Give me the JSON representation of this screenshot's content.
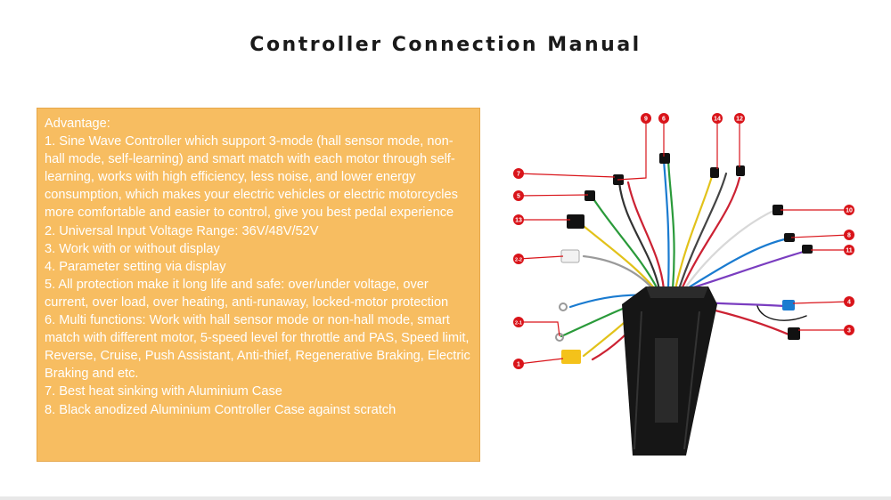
{
  "title": "Controller Connection Manual",
  "advantages": {
    "heading": "Advantage:",
    "items": [
      "1. Sine Wave Controller which support 3-mode (hall sensor mode, non-hall mode, self-learning) and smart match with each motor through self-learning, works with high efficiency, less noise, and lower energy consumption, which makes your electric vehicles or electric motorcycles more comfortable and easier to control, give you best pedal experience",
      "2. Universal Input Voltage Range: 36V/48V/52V",
      "3. Work with or without display",
      "4. Parameter setting via display",
      "5. All protection make it long life and safe: over/under voltage, over current, over load, over heating, anti-runaway, locked-motor protection",
      "6. Multi functions: Work with hall sensor mode or non-hall mode, smart match with different motor, 5-speed level for throttle and PAS, Speed limit, Reverse, Cruise, Push Assistant, Anti-thief, Regenerative Braking, Electric Braking and etc.",
      "7. Best heat sinking with Aluminium Case",
      "8. Black anodized Aluminium Controller Case against scratch"
    ]
  },
  "connector_labels": [
    "9",
    "6",
    "14",
    "12",
    "7",
    "5",
    "10",
    "13",
    "8",
    "11",
    "2-2",
    "4",
    "2-1",
    "3",
    "1"
  ],
  "colors": {
    "box": "#f7bd61",
    "marker": "#d9141a",
    "case": "#161616"
  }
}
